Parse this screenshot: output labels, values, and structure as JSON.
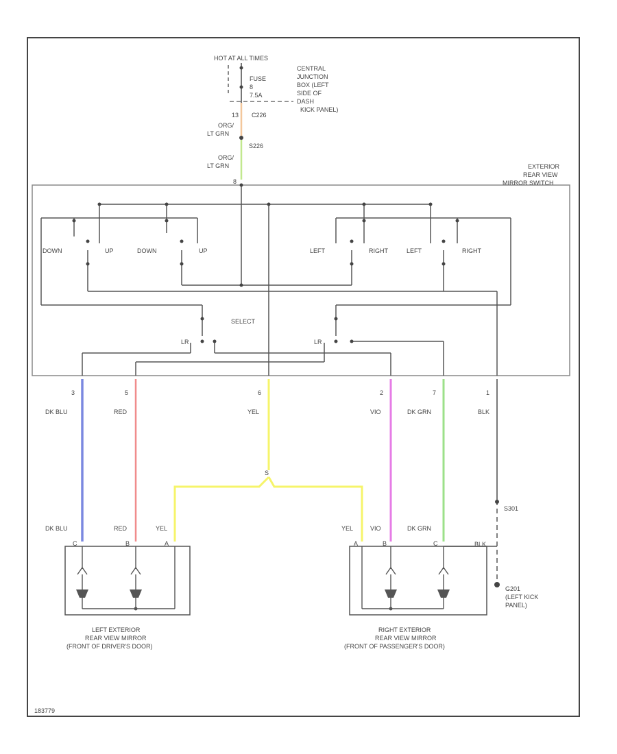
{
  "fuse_block": {
    "hot_at": "HOT AT ALL TIMES",
    "fuse_label": "FUSE",
    "fuse_number": "8",
    "fuse_rating": "7.5A",
    "junction_lines": [
      "CENTRAL",
      "JUNCTION",
      "BOX (LEFT",
      "SIDE OF",
      "DASH"
    ],
    "panel_line": "KICK PANEL)"
  },
  "supply": {
    "pin": "13",
    "connector_a": "C226",
    "wire1_line1": "ORG/",
    "wire1_line2": "LT GRN",
    "connector_b": "S226",
    "wire2_line1": "ORG/",
    "wire2_line2": "LT GRN",
    "switch_pin": "8"
  },
  "switch": {
    "title_lines": [
      "EXTERIOR",
      "REAR VIEW",
      "MIRROR SWITCH"
    ],
    "labels": [
      "DOWN",
      "UP",
      "DOWN",
      "UP",
      "LEFT",
      "RIGHT",
      "LEFT",
      "RIGHT"
    ],
    "select_label": "SELECT",
    "selector_left": "LR",
    "selector_right": "LR"
  },
  "wires": [
    {
      "pin": "3",
      "color_name": "DK BLU",
      "color": "#7b88e0"
    },
    {
      "pin": "5",
      "color_name": "RED",
      "color": "#f08c8c"
    },
    {
      "pin": "6",
      "color_name": "YEL",
      "color": "#f6f46a"
    },
    {
      "pin": "2",
      "color_name": "VIO",
      "color": "#e67ce6"
    },
    {
      "pin": "7",
      "color_name": "DK GRN",
      "color": "#9ce08a"
    },
    {
      "pin": "1",
      "color_name": "BLK",
      "color": "#555555"
    }
  ],
  "splice_yel": "S",
  "left_mirror": {
    "wire_labels": [
      "DK BLU",
      "RED",
      "YEL"
    ],
    "pins": [
      "C",
      "B",
      "A"
    ],
    "caption": [
      "LEFT EXTERIOR",
      "REAR VIEW MIRROR",
      "(FRONT OF DRIVER'S DOOR)"
    ]
  },
  "right_mirror": {
    "wire_labels": [
      "YEL",
      "VIO",
      "DK GRN"
    ],
    "pins": [
      "A",
      "B",
      "C"
    ],
    "caption": [
      "RIGHT EXTERIOR",
      "REAR VIEW MIRROR",
      "(FRONT OF PASSENGER'S DOOR)"
    ]
  },
  "ground": {
    "splice": "S301",
    "blk_label": "BLK",
    "ground_point": "G201",
    "ground_lines": [
      "(LEFT KICK",
      "PANEL)"
    ]
  },
  "figure_id": "183779"
}
